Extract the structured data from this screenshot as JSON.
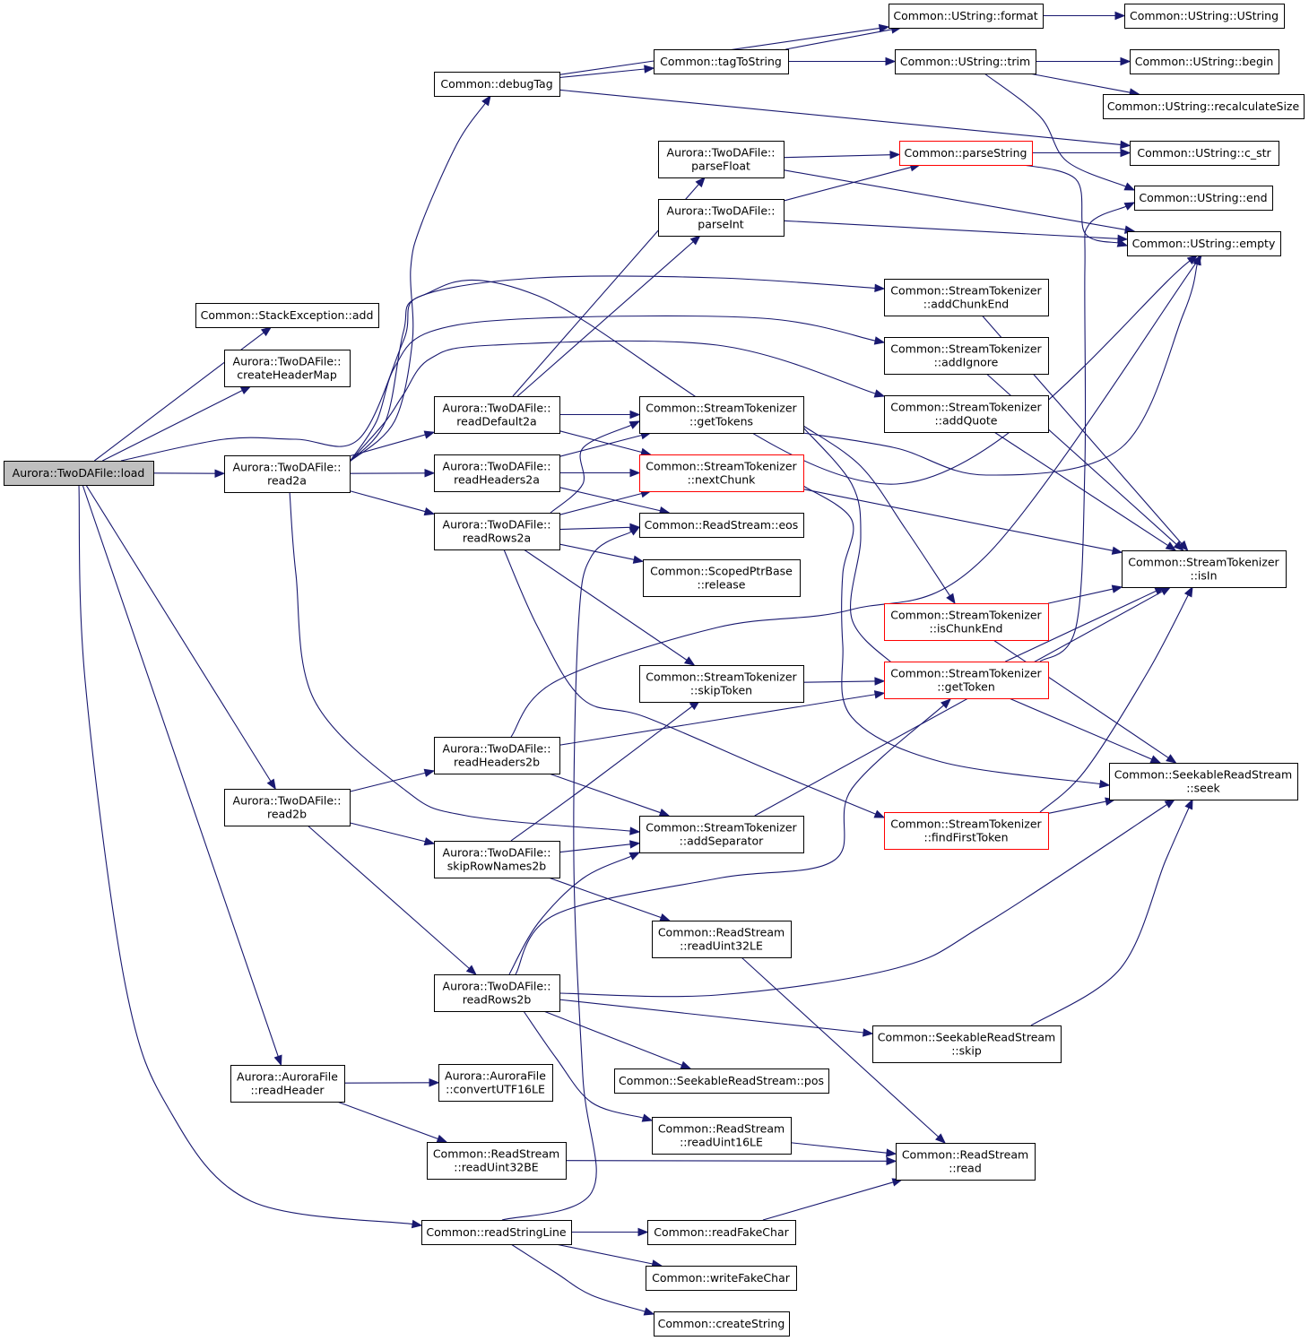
{
  "colors": {
    "edge": "#191970",
    "root_fill": "#bfbfbf",
    "node_fill": "#ffffff",
    "node_border": "#000000",
    "highlight_border": "#ff0000"
  },
  "nodes": [
    {
      "id": "load",
      "lines": [
        "Aurora::TwoDAFile::load"
      ],
      "style": "root"
    },
    {
      "id": "stackadd",
      "lines": [
        "Common::StackException::add"
      ]
    },
    {
      "id": "createHeaderMap",
      "lines": [
        "Aurora::TwoDAFile::",
        "createHeaderMap"
      ]
    },
    {
      "id": "read2a",
      "lines": [
        "Aurora::TwoDAFile::",
        "read2a"
      ]
    },
    {
      "id": "read2b",
      "lines": [
        "Aurora::TwoDAFile::",
        "read2b"
      ]
    },
    {
      "id": "auroraReadHeader",
      "lines": [
        "Aurora::AuroraFile",
        "::readHeader"
      ]
    },
    {
      "id": "readStringLine",
      "lines": [
        "Common::readStringLine"
      ]
    },
    {
      "id": "debugTag",
      "lines": [
        "Common::debugTag"
      ]
    },
    {
      "id": "readDefault2a",
      "lines": [
        "Aurora::TwoDAFile::",
        "readDefault2a"
      ]
    },
    {
      "id": "readHeaders2a",
      "lines": [
        "Aurora::TwoDAFile::",
        "readHeaders2a"
      ]
    },
    {
      "id": "readRows2a",
      "lines": [
        "Aurora::TwoDAFile::",
        "readRows2a"
      ]
    },
    {
      "id": "readHeaders2b",
      "lines": [
        "Aurora::TwoDAFile::",
        "readHeaders2b"
      ]
    },
    {
      "id": "skipRowNames2b",
      "lines": [
        "Aurora::TwoDAFile::",
        "skipRowNames2b"
      ]
    },
    {
      "id": "readRows2b",
      "lines": [
        "Aurora::TwoDAFile::",
        "readRows2b"
      ]
    },
    {
      "id": "convertUTF16LE",
      "lines": [
        "Aurora::AuroraFile",
        "::convertUTF16LE"
      ]
    },
    {
      "id": "readUint32BE",
      "lines": [
        "Common::ReadStream",
        "::readUint32BE"
      ]
    },
    {
      "id": "tagToString",
      "lines": [
        "Common::tagToString"
      ]
    },
    {
      "id": "parseFloat",
      "lines": [
        "Aurora::TwoDAFile::",
        "parseFloat"
      ]
    },
    {
      "id": "parseInt",
      "lines": [
        "Aurora::TwoDAFile::",
        "parseInt"
      ]
    },
    {
      "id": "getTokens",
      "lines": [
        "Common::StreamTokenizer",
        "::getTokens"
      ]
    },
    {
      "id": "nextChunk",
      "lines": [
        "Common::StreamTokenizer",
        "::nextChunk"
      ],
      "style": "red"
    },
    {
      "id": "eos",
      "lines": [
        "Common::ReadStream::eos"
      ]
    },
    {
      "id": "release",
      "lines": [
        "Common::ScopedPtrBase",
        "::release"
      ]
    },
    {
      "id": "skipToken",
      "lines": [
        "Common::StreamTokenizer",
        "::skipToken"
      ]
    },
    {
      "id": "addSeparator",
      "lines": [
        "Common::StreamTokenizer",
        "::addSeparator"
      ]
    },
    {
      "id": "readUint32LE",
      "lines": [
        "Common::ReadStream",
        "::readUint32LE"
      ]
    },
    {
      "id": "pos",
      "lines": [
        "Common::SeekableReadStream::pos"
      ]
    },
    {
      "id": "readUint16LE",
      "lines": [
        "Common::ReadStream",
        "::readUint16LE"
      ]
    },
    {
      "id": "readFakeChar",
      "lines": [
        "Common::readFakeChar"
      ]
    },
    {
      "id": "writeFakeChar",
      "lines": [
        "Common::writeFakeChar"
      ]
    },
    {
      "id": "createString",
      "lines": [
        "Common::createString"
      ]
    },
    {
      "id": "format",
      "lines": [
        "Common::UString::format"
      ]
    },
    {
      "id": "trim",
      "lines": [
        "Common::UString::trim"
      ]
    },
    {
      "id": "parseString",
      "lines": [
        "Common::parseString"
      ],
      "style": "red"
    },
    {
      "id": "addChunkEnd",
      "lines": [
        "Common::StreamTokenizer",
        "::addChunkEnd"
      ]
    },
    {
      "id": "addIgnore",
      "lines": [
        "Common::StreamTokenizer",
        "::addIgnore"
      ]
    },
    {
      "id": "addQuote",
      "lines": [
        "Common::StreamTokenizer",
        "::addQuote"
      ]
    },
    {
      "id": "isChunkEnd",
      "lines": [
        "Common::StreamTokenizer",
        "::isChunkEnd"
      ],
      "style": "red"
    },
    {
      "id": "getToken",
      "lines": [
        "Common::StreamTokenizer",
        "::getToken"
      ],
      "style": "red"
    },
    {
      "id": "findFirstToken",
      "lines": [
        "Common::StreamTokenizer",
        "::findFirstToken"
      ],
      "style": "red"
    },
    {
      "id": "skip",
      "lines": [
        "Common::SeekableReadStream",
        "::skip"
      ]
    },
    {
      "id": "read",
      "lines": [
        "Common::ReadStream",
        "::read"
      ]
    },
    {
      "id": "ustringCtor",
      "lines": [
        "Common::UString::UString"
      ]
    },
    {
      "id": "begin",
      "lines": [
        "Common::UString::begin"
      ]
    },
    {
      "id": "recalculateSize",
      "lines": [
        "Common::UString::recalculateSize"
      ]
    },
    {
      "id": "c_str",
      "lines": [
        "Common::UString::c_str"
      ]
    },
    {
      "id": "end",
      "lines": [
        "Common::UString::end"
      ]
    },
    {
      "id": "empty",
      "lines": [
        "Common::UString::empty"
      ]
    },
    {
      "id": "isIn",
      "lines": [
        "Common::StreamTokenizer",
        "::isIn"
      ]
    },
    {
      "id": "seek",
      "lines": [
        "Common::SeekableReadStream",
        "::seek"
      ]
    }
  ],
  "edges": [
    {
      "from": "load",
      "to": "stackadd"
    },
    {
      "from": "load",
      "to": "createHeaderMap"
    },
    {
      "from": "load",
      "to": "read2a"
    },
    {
      "from": "load",
      "to": "empty"
    },
    {
      "from": "load",
      "to": "read2b"
    },
    {
      "from": "load",
      "to": "auroraReadHeader"
    },
    {
      "from": "load",
      "to": "readStringLine"
    },
    {
      "from": "read2a",
      "to": "debugTag"
    },
    {
      "from": "read2a",
      "to": "addChunkEnd"
    },
    {
      "from": "read2a",
      "to": "addIgnore"
    },
    {
      "from": "read2a",
      "to": "addQuote"
    },
    {
      "from": "read2a",
      "to": "readDefault2a"
    },
    {
      "from": "read2a",
      "to": "readHeaders2a"
    },
    {
      "from": "read2a",
      "to": "readRows2a"
    },
    {
      "from": "read2a",
      "to": "addSeparator"
    },
    {
      "from": "read2b",
      "to": "readHeaders2b"
    },
    {
      "from": "read2b",
      "to": "skipRowNames2b"
    },
    {
      "from": "read2b",
      "to": "readRows2b"
    },
    {
      "from": "auroraReadHeader",
      "to": "convertUTF16LE"
    },
    {
      "from": "auroraReadHeader",
      "to": "readUint32BE"
    },
    {
      "from": "readStringLine",
      "to": "eos"
    },
    {
      "from": "readStringLine",
      "to": "readFakeChar"
    },
    {
      "from": "readStringLine",
      "to": "writeFakeChar"
    },
    {
      "from": "readStringLine",
      "to": "createString"
    },
    {
      "from": "debugTag",
      "to": "format"
    },
    {
      "from": "debugTag",
      "to": "tagToString"
    },
    {
      "from": "debugTag",
      "to": "c_str"
    },
    {
      "from": "tagToString",
      "to": "format"
    },
    {
      "from": "tagToString",
      "to": "trim"
    },
    {
      "from": "format",
      "to": "ustringCtor"
    },
    {
      "from": "trim",
      "to": "begin"
    },
    {
      "from": "trim",
      "to": "recalculateSize"
    },
    {
      "from": "trim",
      "to": "end"
    },
    {
      "from": "readDefault2a",
      "to": "parseFloat"
    },
    {
      "from": "readDefault2a",
      "to": "parseInt"
    },
    {
      "from": "readDefault2a",
      "to": "getTokens"
    },
    {
      "from": "readDefault2a",
      "to": "nextChunk"
    },
    {
      "from": "readHeaders2a",
      "to": "getTokens"
    },
    {
      "from": "readHeaders2a",
      "to": "nextChunk"
    },
    {
      "from": "readHeaders2a",
      "to": "eos"
    },
    {
      "from": "readRows2a",
      "to": "getTokens"
    },
    {
      "from": "readRows2a",
      "to": "nextChunk"
    },
    {
      "from": "readRows2a",
      "to": "eos"
    },
    {
      "from": "readRows2a",
      "to": "release"
    },
    {
      "from": "readRows2a",
      "to": "skipToken"
    },
    {
      "from": "readRows2a",
      "to": "findFirstToken"
    },
    {
      "from": "parseFloat",
      "to": "parseString"
    },
    {
      "from": "parseFloat",
      "to": "empty"
    },
    {
      "from": "parseInt",
      "to": "parseString"
    },
    {
      "from": "parseInt",
      "to": "empty"
    },
    {
      "from": "parseString",
      "to": "c_str"
    },
    {
      "from": "parseString",
      "to": "empty"
    },
    {
      "from": "getTokens",
      "to": "empty"
    },
    {
      "from": "getTokens",
      "to": "isChunkEnd"
    },
    {
      "from": "getTokens",
      "to": "getToken"
    },
    {
      "from": "nextChunk",
      "to": "isIn"
    },
    {
      "from": "nextChunk",
      "to": "seek"
    },
    {
      "from": "addChunkEnd",
      "to": "isIn"
    },
    {
      "from": "addIgnore",
      "to": "isIn"
    },
    {
      "from": "addQuote",
      "to": "isIn"
    },
    {
      "from": "isChunkEnd",
      "to": "isIn"
    },
    {
      "from": "isChunkEnd",
      "to": "seek"
    },
    {
      "from": "skipToken",
      "to": "getToken"
    },
    {
      "from": "getToken",
      "to": "end"
    },
    {
      "from": "getToken",
      "to": "isIn"
    },
    {
      "from": "getToken",
      "to": "seek"
    },
    {
      "from": "findFirstToken",
      "to": "isIn"
    },
    {
      "from": "findFirstToken",
      "to": "seek"
    },
    {
      "from": "addSeparator",
      "to": "isIn"
    },
    {
      "from": "readHeaders2b",
      "to": "empty"
    },
    {
      "from": "readHeaders2b",
      "to": "getToken"
    },
    {
      "from": "readHeaders2b",
      "to": "addSeparator"
    },
    {
      "from": "skipRowNames2b",
      "to": "skipToken"
    },
    {
      "from": "skipRowNames2b",
      "to": "addSeparator"
    },
    {
      "from": "skipRowNames2b",
      "to": "readUint32LE"
    },
    {
      "from": "readRows2b",
      "to": "addSeparator"
    },
    {
      "from": "readRows2b",
      "to": "getToken"
    },
    {
      "from": "readRows2b",
      "to": "seek"
    },
    {
      "from": "readRows2b",
      "to": "skip"
    },
    {
      "from": "readRows2b",
      "to": "pos"
    },
    {
      "from": "readRows2b",
      "to": "readUint16LE"
    },
    {
      "from": "skip",
      "to": "seek"
    },
    {
      "from": "readUint32LE",
      "to": "read"
    },
    {
      "from": "readUint16LE",
      "to": "read"
    },
    {
      "from": "readUint32BE",
      "to": "read"
    },
    {
      "from": "readFakeChar",
      "to": "read"
    }
  ]
}
